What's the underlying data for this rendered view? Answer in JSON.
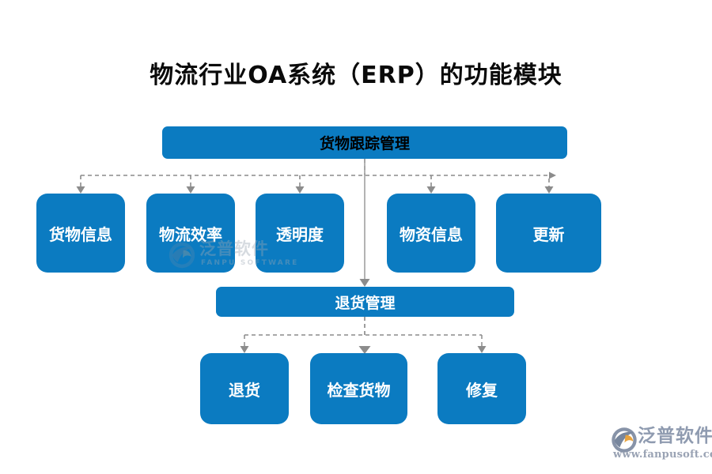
{
  "diagram": {
    "title": "物流行业OA系统（ERP）的功能模块",
    "colors": {
      "node_fill": "#0B7BC1",
      "node_text": "#FFFFFF",
      "root_text": "#000000",
      "connector": "#8C8C8C",
      "background": "#FFFFFF",
      "watermark": "#9AA6B4",
      "logo_accent": "#E8A33D"
    },
    "root": {
      "label": "货物跟踪管理"
    },
    "row2": [
      {
        "label": "货物信息"
      },
      {
        "label": "物流效率"
      },
      {
        "label": "透明度"
      },
      {
        "label": "物资信息"
      },
      {
        "label": "更新"
      }
    ],
    "middle": {
      "label": "退货管理"
    },
    "row3": [
      {
        "label": "退货"
      },
      {
        "label": "检查货物"
      },
      {
        "label": "修复"
      }
    ]
  },
  "watermark_center": {
    "text": "泛普软件",
    "subtext": "FANPU SOFTWARE"
  },
  "logo": {
    "text": "泛普软件",
    "url": "www.fanpusoft.com"
  }
}
